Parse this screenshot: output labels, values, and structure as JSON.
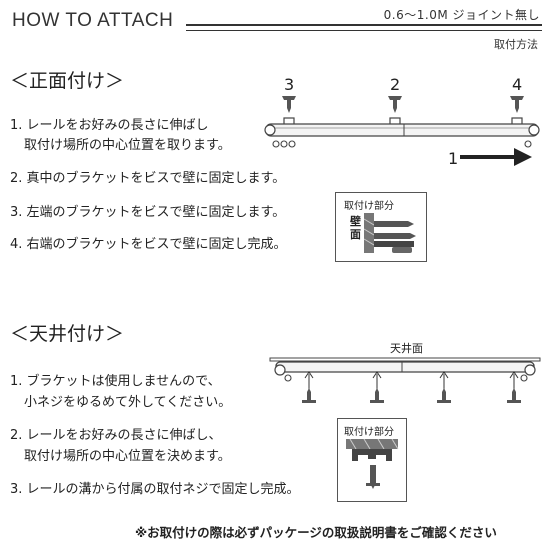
{
  "header": {
    "title": "HOW TO ATTACH",
    "subtitle": "0.6〜1.0M ジョイント無し",
    "method_label": "取付方法"
  },
  "front": {
    "heading": "＜正面付け＞",
    "steps": [
      "1. レールをお好みの長さに伸ばし",
      "取付け場所の中心位置を取ります。",
      "2. 真中のブラケットをビスで壁に固定します。",
      "3. 左端のブラケットをビスで壁に固定します。",
      "4. 右端のブラケットをビスで壁に固定し完成。"
    ],
    "bracket_numbers": [
      "3",
      "2",
      "4"
    ],
    "arrow_number": "1",
    "detail_title": "取付け部分",
    "wall_label_1": "壁",
    "wall_label_2": "面"
  },
  "ceiling": {
    "heading": "＜天井付け＞",
    "steps": [
      "1. ブラケットは使用しませんので、",
      "小ネジをゆるめて外してください。",
      "2. レールをお好みの長さに伸ばし、",
      "取付け場所の中心位置を決めます。",
      "3. レールの溝から付属の取付ネジで固定し完成。"
    ],
    "ceiling_label": "天井面",
    "detail_title": "取付け部分"
  },
  "footer": {
    "note": "※お取付けの際は必ずパッケージの取扱説明書をご確認ください"
  }
}
